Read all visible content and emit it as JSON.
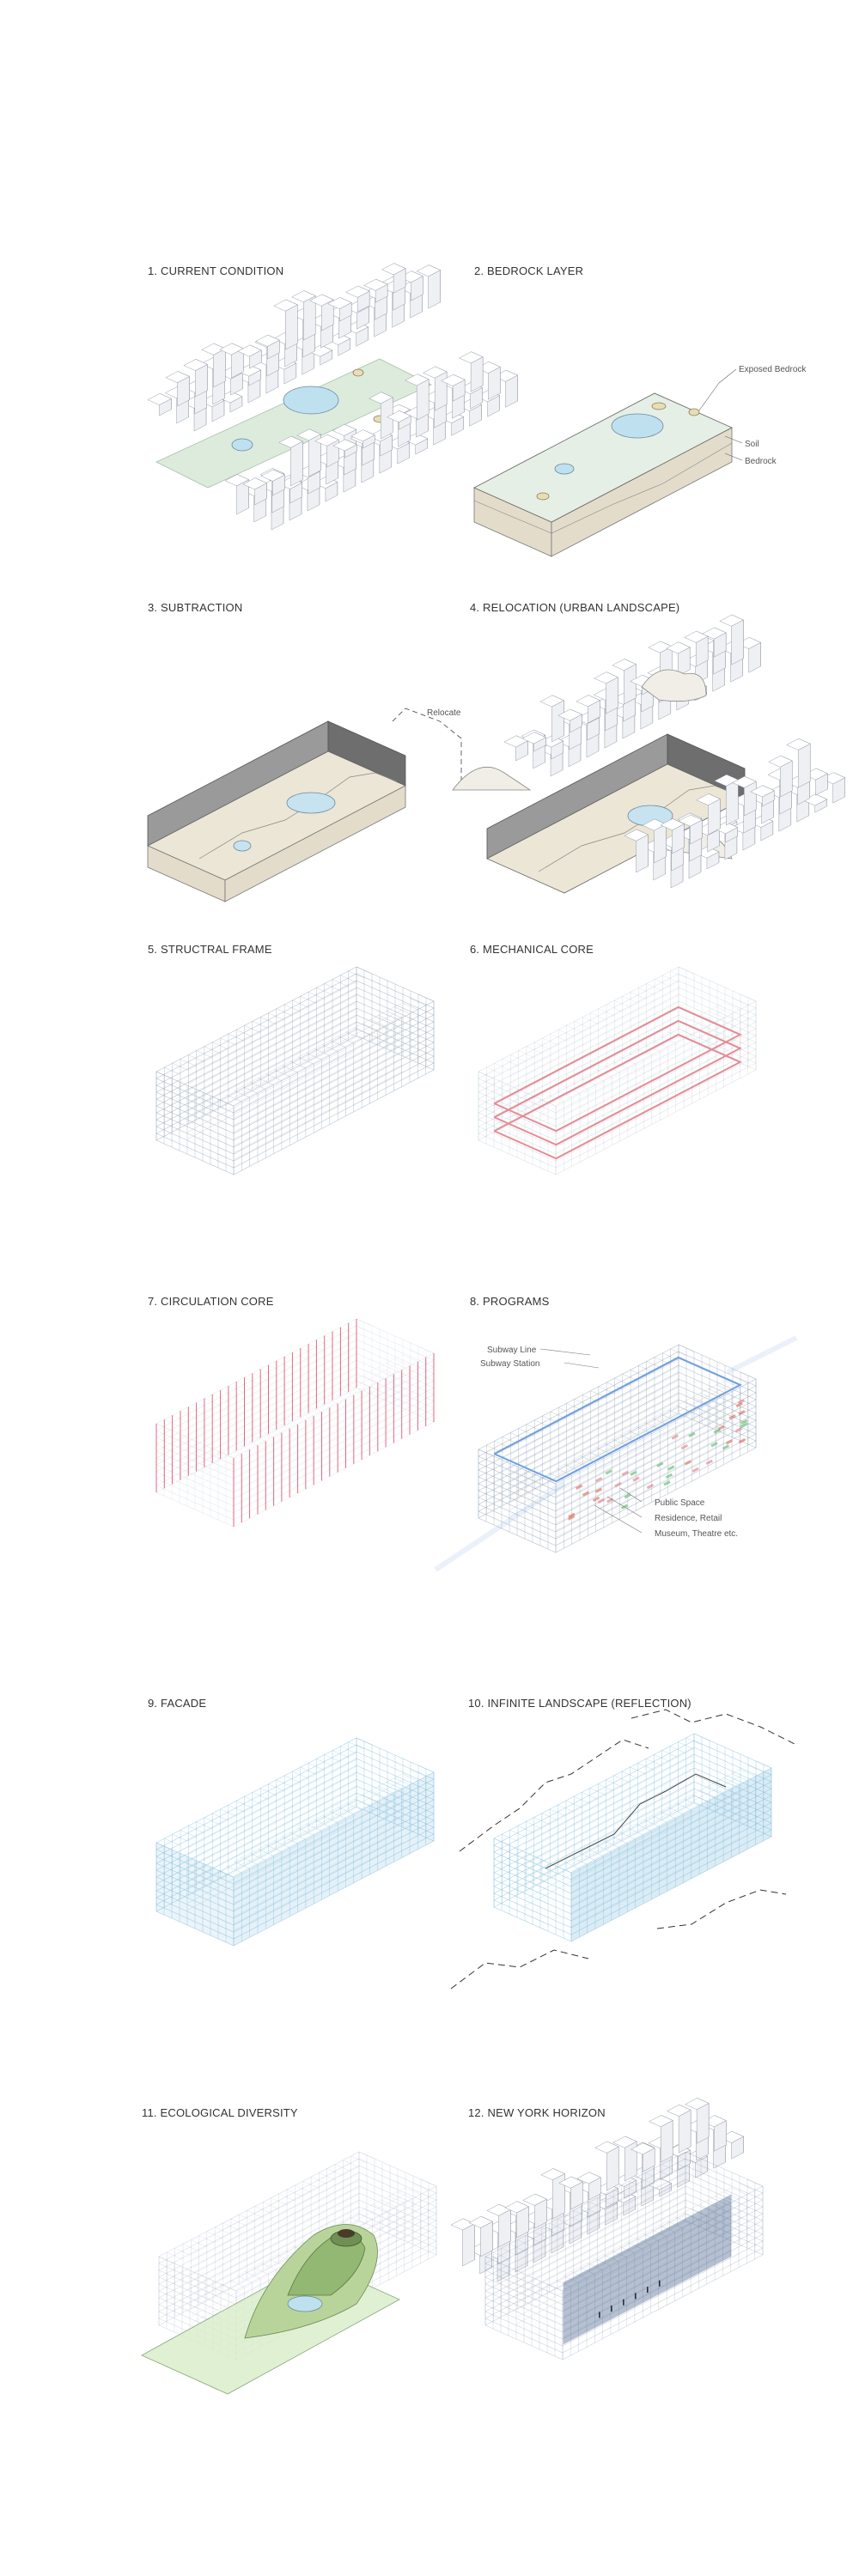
{
  "diagrams": [
    {
      "title": "1. CURRENT CONDITION"
    },
    {
      "title": "2. BEDROCK LAYER",
      "labels": {
        "exposed": "Exposed Bedrock",
        "soil": "Soil",
        "bedrock": "Bedrock"
      }
    },
    {
      "title": "3. SUBTRACTION"
    },
    {
      "title": "4. RELOCATION (URBAN LANDSCAPE)",
      "labels": {
        "relocate": "Relocate"
      }
    },
    {
      "title": "5. STRUCTRAL FRAME"
    },
    {
      "title": "6. MECHANICAL CORE"
    },
    {
      "title": "7. CIRCULATION CORE"
    },
    {
      "title": "8. PROGRAMS",
      "labels": {
        "subway_line": "Subway Line",
        "subway_station": "Subway Station",
        "public_space": "Public Space",
        "residence": "Residence, Retail",
        "museum": "Museum, Theatre etc."
      }
    },
    {
      "title": "9. FACADE"
    },
    {
      "title": "10. INFINITE LANDSCAPE (REFLECTION)"
    },
    {
      "title": "11. ECOLOGICAL DIVERSITY"
    },
    {
      "title": "12. NEW YORK HORIZON"
    }
  ],
  "colors": {
    "park": "#dcebdc",
    "water": "#bfe0ef",
    "soil": "#e3dccb",
    "frame": "#7a8fa8",
    "mechanical": "#e58b95",
    "circulation": "#e0506a",
    "subway": "#6fa0e0",
    "public": "#6fbf7a",
    "facade": "#6fb4d6"
  }
}
